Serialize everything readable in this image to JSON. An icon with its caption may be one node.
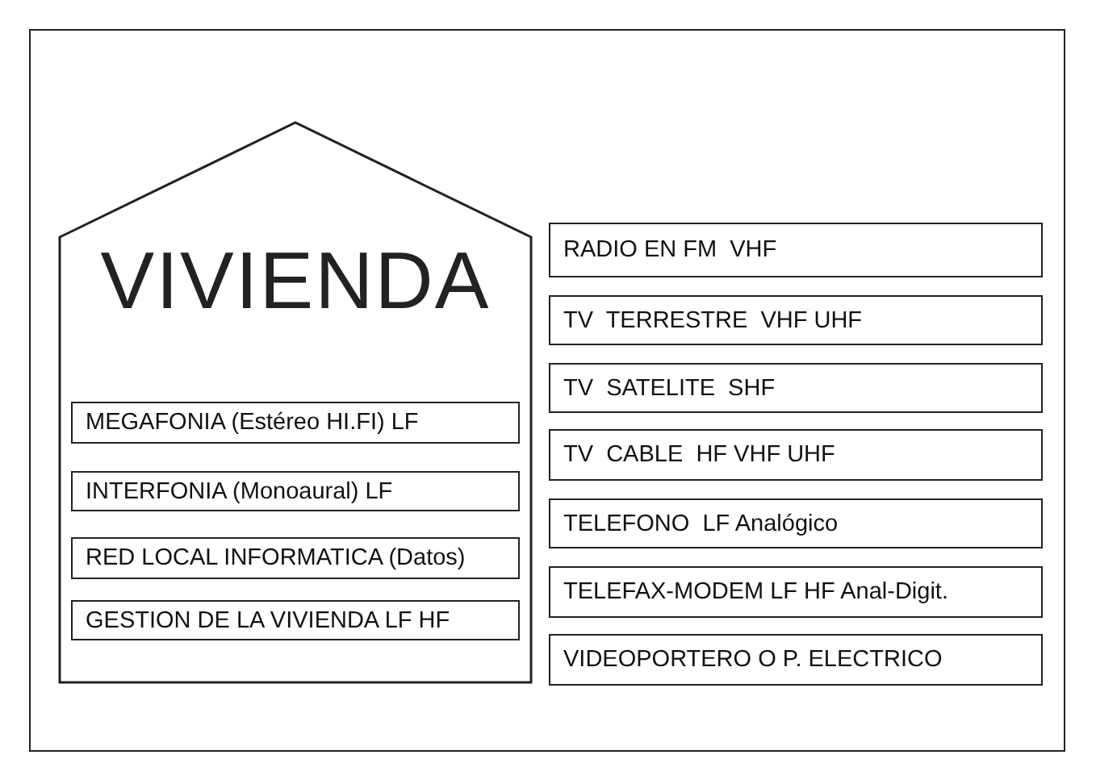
{
  "diagram": {
    "nodes": [
      {
        "text": [
          "VIVIENDA"
        ]
      },
      {
        "text": [
          "MEGAFONIA (Estéreo HI.FI) LF"
        ],
        "in": 0
      },
      {
        "text": [
          "INTERFONIA (Monoaural) LF"
        ],
        "in": 0
      },
      {
        "text": [
          "RED LOCAL INFORMATICA (Datos)"
        ],
        "in": 0
      },
      {
        "text": [
          "GESTION DE LA VIVIENDA LF HF"
        ],
        "in": 0
      },
      {
        "text": [
          "RADIO EN FM  VHF"
        ]
      },
      {
        "text": [
          "TV  TERRESTRE  VHF UHF"
        ]
      },
      {
        "text": [
          "TV  SATELITE  SHF"
        ]
      },
      {
        "text": [
          "TV  CABLE  HF VHF UHF"
        ]
      },
      {
        "text": [
          "TELEFONO  LF Analógico"
        ]
      },
      {
        "text": [
          "TELEFAX-MODEM LF HF Anal-Digit."
        ]
      },
      {
        "text": [
          "VIDEOPORTERO O P. ELECTRICO"
        ]
      }
    ]
  }
}
